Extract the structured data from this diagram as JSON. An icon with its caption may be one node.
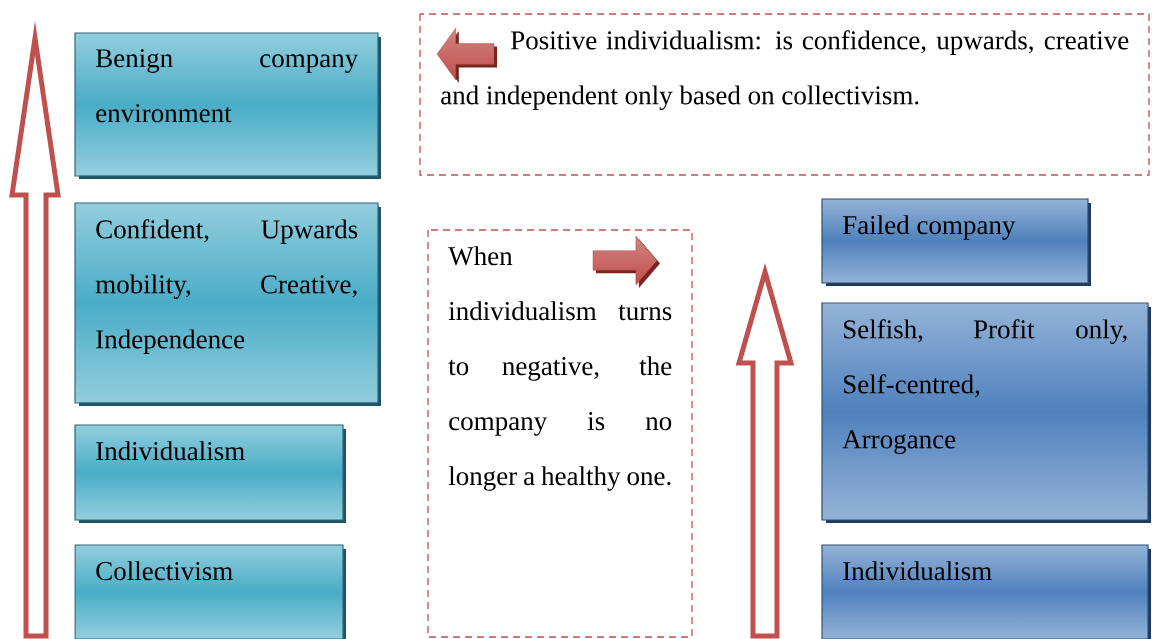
{
  "diagram": {
    "nodes": [
      {
        "text": [
          "Benign company environment"
        ]
      },
      {
        "text": [
          "Confident, Upwards mobility, Creative, Independence"
        ]
      },
      {
        "text": [
          "Individualism"
        ]
      },
      {
        "text": [
          "Collectivism"
        ]
      },
      {
        "text": [
          "Positive individualism: is confidence, upwards, creative and independent only based on collectivism."
        ]
      },
      {
        "text": [
          "When individualism turns to negative, the company is no longer a healthy one."
        ]
      },
      {
        "text": [
          "Failed company"
        ]
      },
      {
        "text": [
          "Selfish, Profit only, Self-centred, Arrogance"
        ]
      },
      {
        "text": [
          "Individualism"
        ]
      }
    ]
  }
}
